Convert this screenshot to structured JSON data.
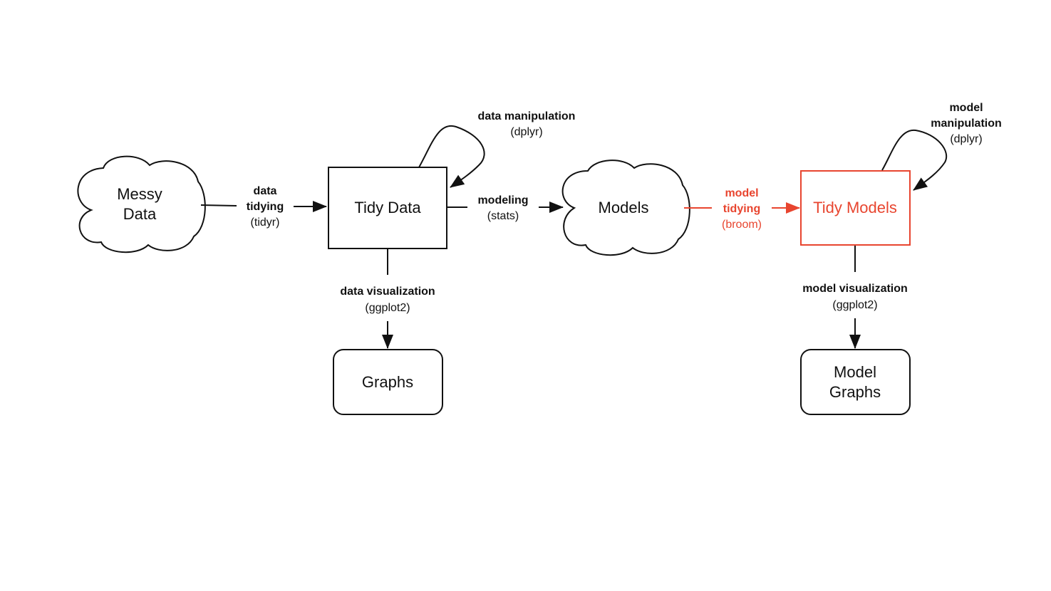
{
  "nodes": {
    "messy_data": [
      "Messy",
      "Data"
    ],
    "tidy_data": "Tidy Data",
    "models": "Models",
    "tidy_models": "Tidy Models",
    "graphs": "Graphs",
    "model_graphs": [
      "Model",
      "Graphs"
    ]
  },
  "edges": {
    "data_tidying": {
      "title": [
        "data",
        "tidying"
      ],
      "pkg": "(tidyr)"
    },
    "data_manipulation": {
      "title": "data manipulation",
      "pkg": "(dplyr)"
    },
    "modeling": {
      "title": "modeling",
      "pkg": "(stats)"
    },
    "model_tidying": {
      "title": [
        "model",
        "tidying"
      ],
      "pkg": "(broom)"
    },
    "model_manipulation": {
      "title": [
        "model",
        "manipulation"
      ],
      "pkg": "(dplyr)"
    },
    "data_visualization": {
      "title": "data visualization",
      "pkg": "(ggplot2)"
    },
    "model_visualization": {
      "title": "model visualization",
      "pkg": "(ggplot2)"
    }
  },
  "colors": {
    "highlight": "#E8452F",
    "default": "#111111"
  }
}
